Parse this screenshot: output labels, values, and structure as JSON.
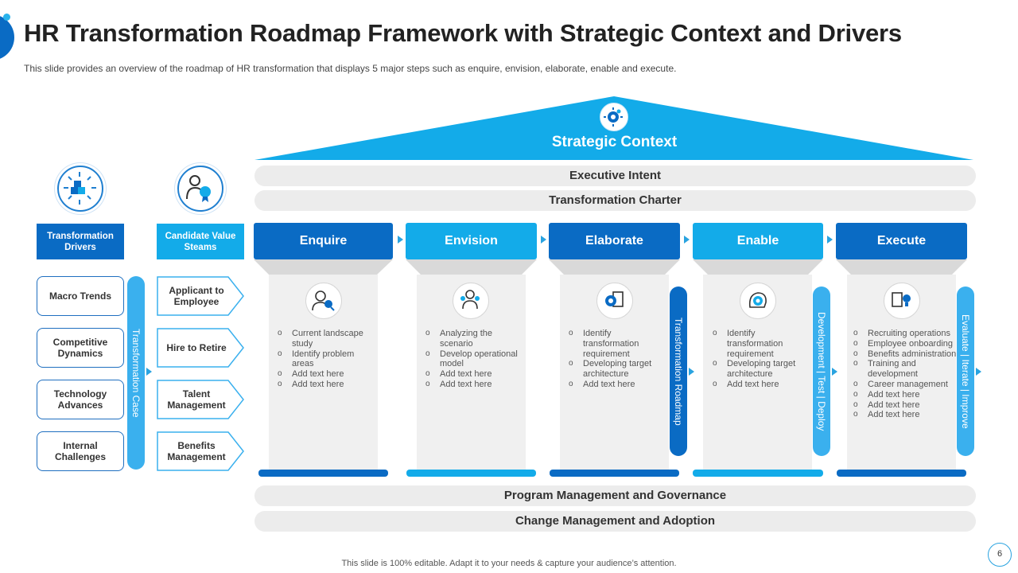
{
  "header": {
    "title": "HR Transformation Roadmap Framework with Strategic Context and Drivers",
    "subtitle": "This slide provides  an overview  of the roadmap of HR transformation  that displays 5 major steps such as enquire, envision, elaborate, enable and execute."
  },
  "roof": {
    "label": "Strategic Context",
    "icon": "strategy-icon"
  },
  "bars": {
    "executive_intent": "Executive Intent",
    "transformation_charter": "Transformation Charter",
    "program_management": "Program Management and Governance",
    "change_management": "Change Management and Adoption"
  },
  "drivers": {
    "header": "Transformation Drivers",
    "icon": "cubes-network-icon",
    "items": [
      "Macro Trends",
      "Competitive Dynamics",
      "Technology Advances",
      "Internal Challenges"
    ],
    "side_label": "Transformation Case"
  },
  "value_streams": {
    "header": "Candidate Value Steams",
    "icon": "employee-badge-icon",
    "items": [
      "Applicant to Employee",
      "Hire to Retire",
      "Talent Management",
      "Benefits Management"
    ]
  },
  "stages": [
    {
      "name": "Enquire",
      "icon": "person-search-icon",
      "items": [
        "Current landscape study",
        "Identify problem areas",
        "Add text here",
        "Add text here"
      ]
    },
    {
      "name": "Envision",
      "icon": "team-vision-icon",
      "items": [
        "Analyzing the scenario",
        "Develop operational model",
        "Add text here",
        "Add text here"
      ]
    },
    {
      "name": "Elaborate",
      "icon": "document-gear-icon",
      "items": [
        "Identify transformation requirement",
        "Developing target architecture",
        "Add text here"
      ]
    },
    {
      "name": "Enable",
      "icon": "brain-gear-icon",
      "items": [
        "Identify transformation requirement",
        "Developing target architecture",
        "Add text here"
      ]
    },
    {
      "name": "Execute",
      "icon": "idea-clipboard-icon",
      "items": [
        "Recruiting operations",
        "Employee onboarding",
        "Benefits administration",
        "Training and development",
        "Career management",
        "Add text here",
        "Add text here",
        "Add text here"
      ]
    }
  ],
  "side_labels": {
    "roadmap": "Transformation Roadmap",
    "deploy": "Development | Test | Deploy",
    "improve": "Evaluate | Iterate | Improve"
  },
  "colors": {
    "dark_blue": "#0a6bc4",
    "light_blue": "#13abe9",
    "pill_blue": "#3ab0ee",
    "bar_gray": "#ececec"
  },
  "footer": {
    "note": "This slide is 100% editable. Adapt it to your needs & capture your audience’s attention.",
    "page": "6"
  }
}
